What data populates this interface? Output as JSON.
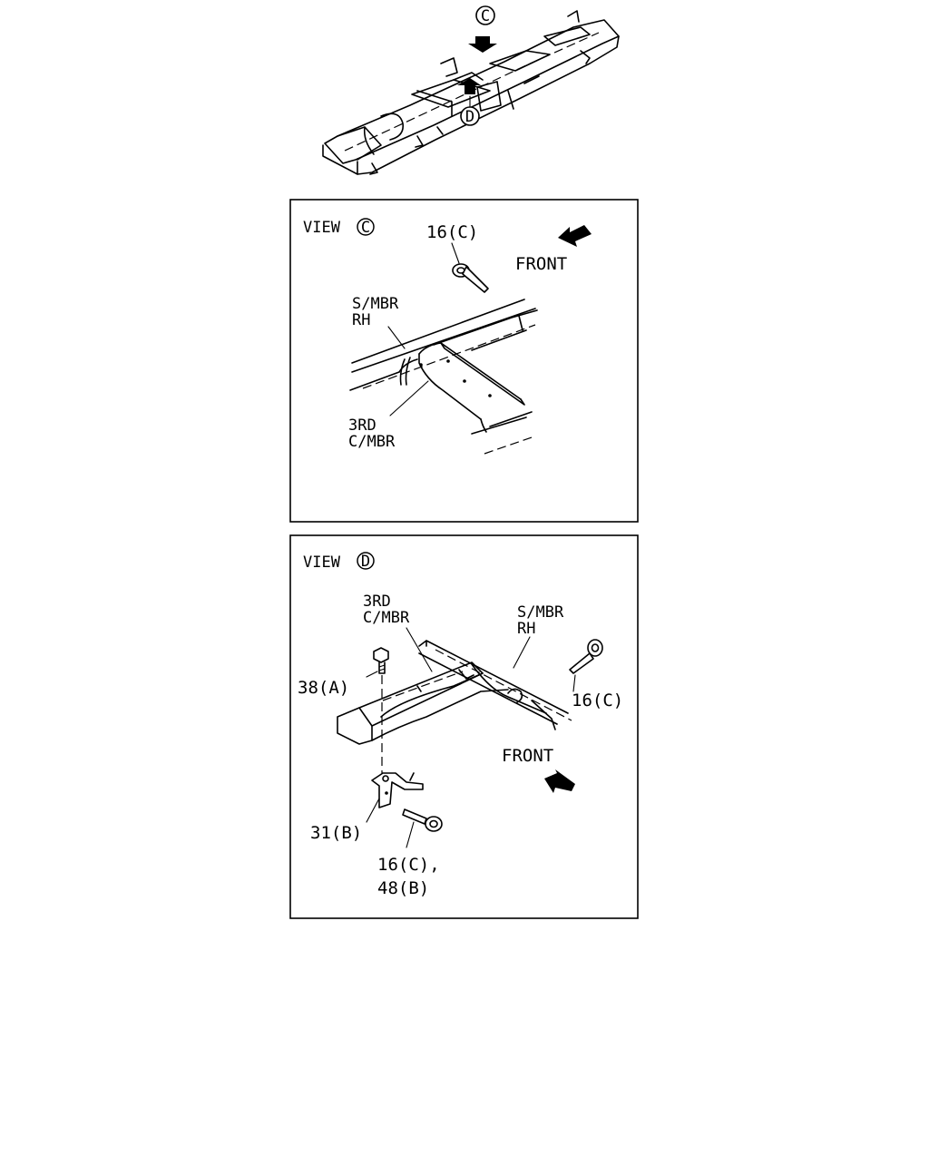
{
  "overview": {
    "marker_c": "C",
    "marker_d": "D"
  },
  "view_c": {
    "title": "VIEW",
    "title_marker": "C",
    "part_16c": "16(C)",
    "front": "FRONT",
    "smbr_line1": "S/MBR",
    "smbr_line2": "RH",
    "cmbr_line1": "3RD",
    "cmbr_line2": "C/MBR"
  },
  "view_d": {
    "title": "VIEW",
    "title_marker": "D",
    "cmbr_line1": "3RD",
    "cmbr_line2": "C/MBR",
    "smbr_line1": "S/MBR",
    "smbr_line2": "RH",
    "part_38a": "38(A)",
    "part_16c": "16(C)",
    "front": "FRONT",
    "part_31b": "31(B)",
    "part_16c_48b_line1": "16(C),",
    "part_16c_48b_line2": "48(B)"
  }
}
